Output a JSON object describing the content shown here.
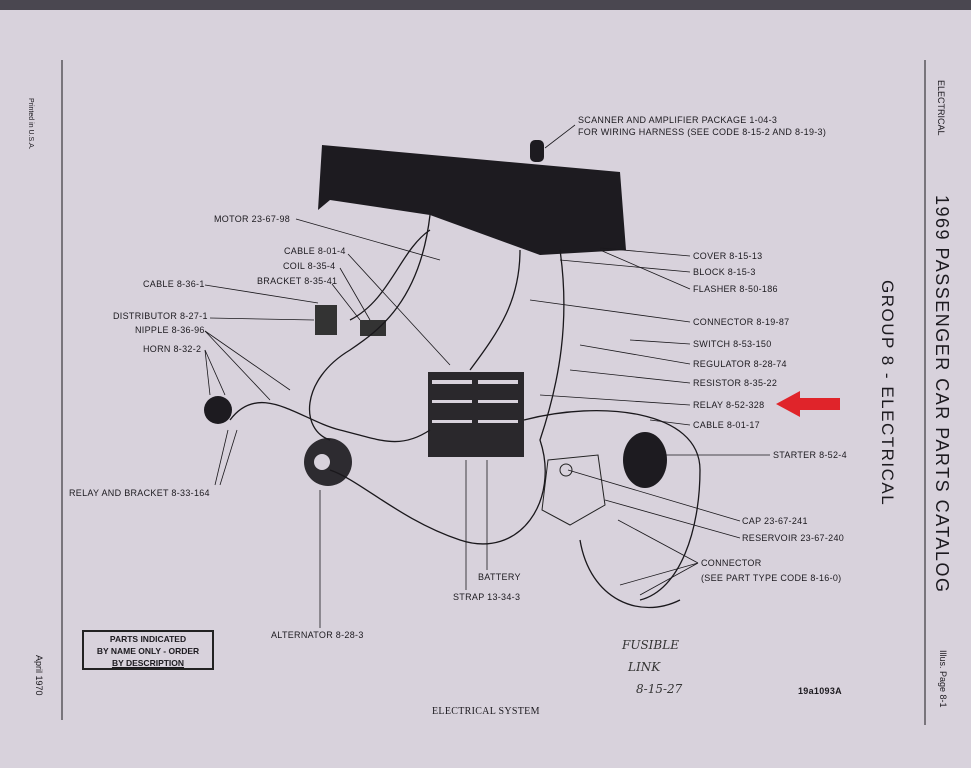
{
  "left_margin": {
    "printed": "Printed in U.S.A.",
    "date": "April 1970"
  },
  "right_margin": {
    "section": "ELECTRICAL",
    "catalog_title": "1969 PASSENGER CAR PARTS CATALOG",
    "group": "GROUP 8 - ELECTRICAL",
    "page": "Illus. Page 8-1"
  },
  "header_note": {
    "line1": "SCANNER AND AMPLIFIER PACKAGE 1-04-3",
    "line2": "FOR WIRING HARNESS (SEE CODE 8-15-2 AND 8-19-3)"
  },
  "left_labels": [
    "MOTOR 23-67-98",
    "CABLE 8-01-4",
    "COIL 8-35-4",
    "BRACKET 8-35-41",
    "CABLE 8-36-1",
    "DISTRIBUTOR 8-27-1",
    "NIPPLE 8-36-96",
    "HORN 8-32-2",
    "RELAY AND BRACKET 8-33-164"
  ],
  "right_labels": [
    "COVER 8-15-13",
    "BLOCK 8-15-3",
    "FLASHER 8-50-186",
    "CONNECTOR 8-19-87",
    "SWITCH 8-53-150",
    "REGULATOR 8-28-74",
    "RESISTOR 8-35-22",
    "RELAY 8-52-328",
    "CABLE 8-01-17",
    "STARTER 8-52-4",
    "CAP 23-67-241",
    "RESERVOIR 23-67-240"
  ],
  "connector": {
    "line1": "CONNECTOR",
    "line2": "(SEE PART TYPE CODE 8-16-0)"
  },
  "bottom_labels": {
    "battery": "BATTERY",
    "strap": "STRAP 13-34-3",
    "alternator": "ALTERNATOR 8-28-3"
  },
  "stamp": {
    "line1": "PARTS INDICATED",
    "line2": "BY NAME ONLY - ORDER",
    "line3": "BY DESCRIPTION"
  },
  "handwritten": {
    "line1": "FUSIBLE",
    "line2": "LINK",
    "line3": "8-15-27"
  },
  "illus_number": "19a1093A",
  "caption": "ELECTRICAL SYSTEM",
  "highlight_color": "#e0242a"
}
